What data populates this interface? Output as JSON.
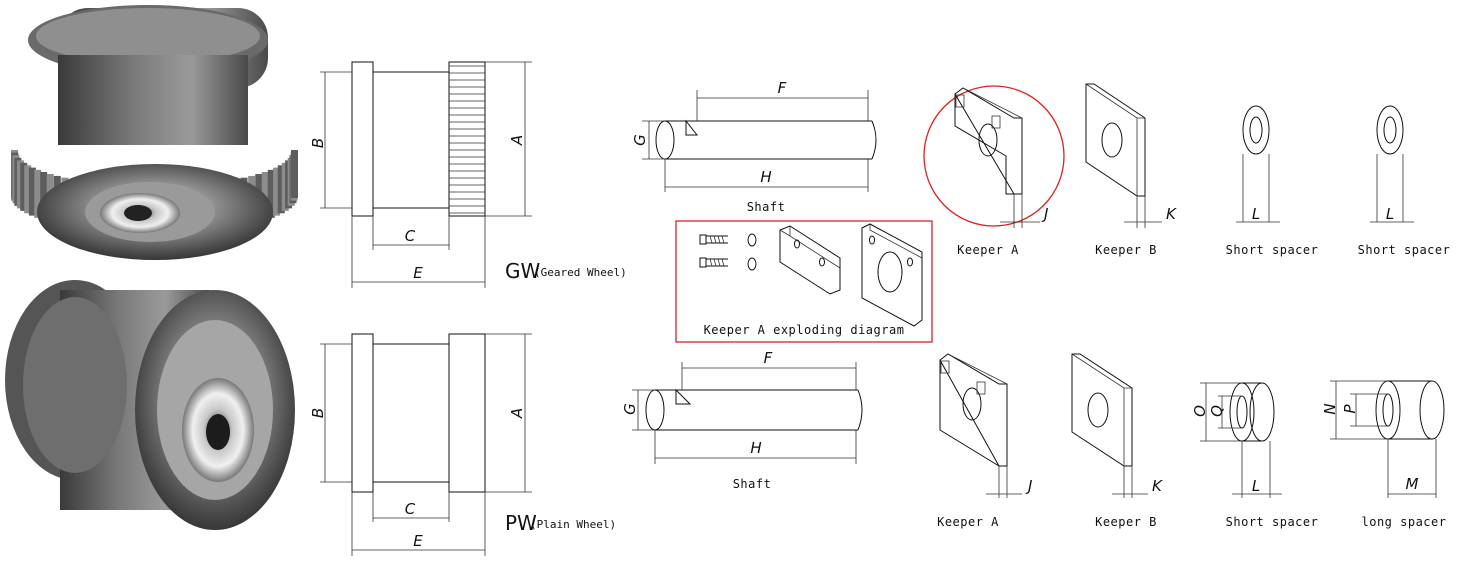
{
  "geared_wheel": {
    "label_code": "GW",
    "label_desc": "(Geared Wheel)",
    "dims": {
      "a": "A",
      "b": "B",
      "c": "C",
      "e": "E"
    }
  },
  "plain_wheel": {
    "label_code": "PW",
    "label_desc": "(Plain Wheel)",
    "dims": {
      "a": "A",
      "b": "B",
      "c": "C",
      "e": "E"
    }
  },
  "shaft_top": {
    "caption": "Shaft",
    "dims": {
      "f": "F",
      "g": "G",
      "h": "H"
    }
  },
  "shaft_bottom": {
    "caption": "Shaft",
    "dims": {
      "f": "F",
      "g": "G",
      "h": "H"
    }
  },
  "exploding": {
    "caption": "Keeper A exploding diagram"
  },
  "top_row": [
    {
      "caption": "Keeper A",
      "dim": "J"
    },
    {
      "caption": "Keeper B",
      "dim": "K"
    },
    {
      "caption": "Short spacer",
      "dim": "L"
    },
    {
      "caption": "Short spacer",
      "dim": "L"
    }
  ],
  "bottom_row": [
    {
      "caption": "Keeper A",
      "dim": "J"
    },
    {
      "caption": "Keeper B",
      "dim": "K"
    },
    {
      "caption": "Short spacer",
      "dim": "L",
      "dim_o": "O",
      "dim_q": "Q"
    },
    {
      "caption": "long spacer",
      "dim": "M",
      "dim_n": "N",
      "dim_p": "P"
    }
  ],
  "colors": {
    "highlight": "#e02020",
    "ink": "#111111"
  }
}
